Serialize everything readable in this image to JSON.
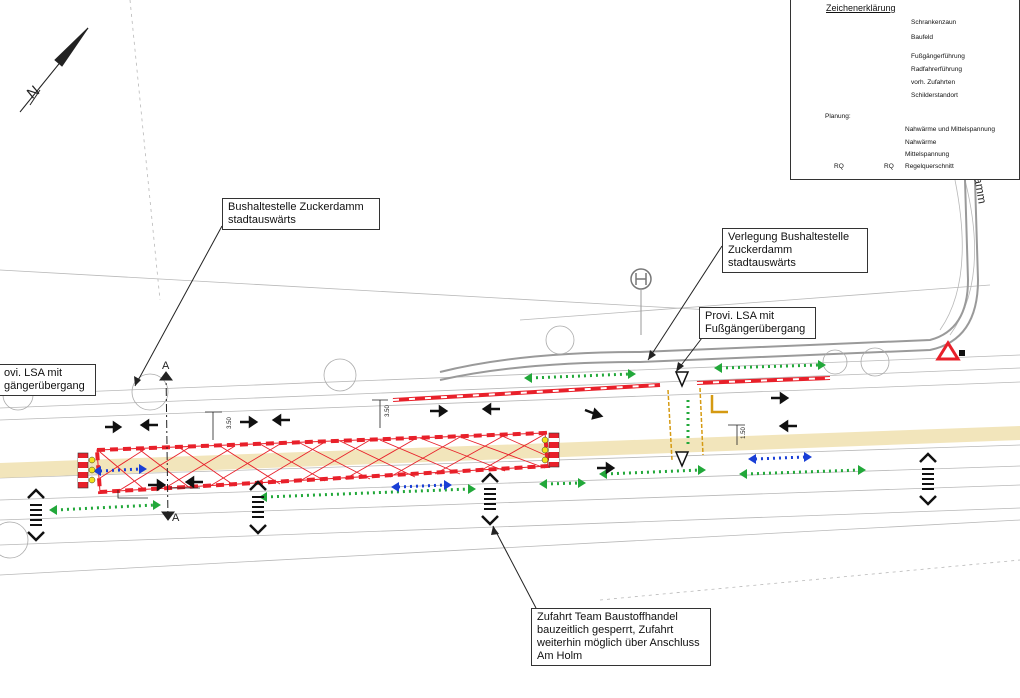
{
  "north": {
    "letter": "N"
  },
  "road_name": "amm",
  "section_marker": "A",
  "callouts": {
    "bus_stop": "Bushaltestelle Zuckerdamm\nstadtauswärts",
    "bus_stop_move": "Verlegung Bushaltestelle\nZuckerdamm stadtauswärts",
    "lsa_right": "Provi. LSA mit\nFußgängerübergang",
    "lsa_left": "ovi. LSA mit\ngängerübergang",
    "access": "Zufahrt Team Baustoffhandel\nbauzeitlich gesperrt, Zufahrt\nweiterhin möglich über Anschluss\nAm Holm"
  },
  "legend": {
    "title": "Zeichenerklärung",
    "items": [
      {
        "label": "Schrankenzaun",
        "icon": "barrier-fence-line"
      },
      {
        "label": "Baufeld",
        "icon": "construction-field-hatch"
      },
      {
        "label": "Fußgängerführung",
        "icon": "pedestrian-route-arrow"
      },
      {
        "label": "Radfahrerführung",
        "icon": "cyclist-route-arrow"
      },
      {
        "label": "vorh. Zufahrten",
        "icon": "existing-access-icon"
      },
      {
        "label": "Schilderstandort",
        "icon": "sign-location-icon"
      }
    ],
    "planning_title": "Planung:",
    "planning_items": [
      {
        "label": "Nahwärme und Mittelspannung",
        "color": "#d9a86c"
      },
      {
        "label": "Nahwärme",
        "color": "#e0a070"
      },
      {
        "label": "Mittelspannung",
        "color": "#d4d07a"
      }
    ],
    "rq_label": "RQ",
    "rq_text": "Regelquerschnitt"
  },
  "dimensions": {
    "d1": "3.50",
    "d2": "3.50",
    "d3": "1.50"
  },
  "colors": {
    "barrier": "#e8202a",
    "pedestrian": "#22a83a",
    "cyclist": "#1a3fd6",
    "utility": "#e8d49c"
  }
}
